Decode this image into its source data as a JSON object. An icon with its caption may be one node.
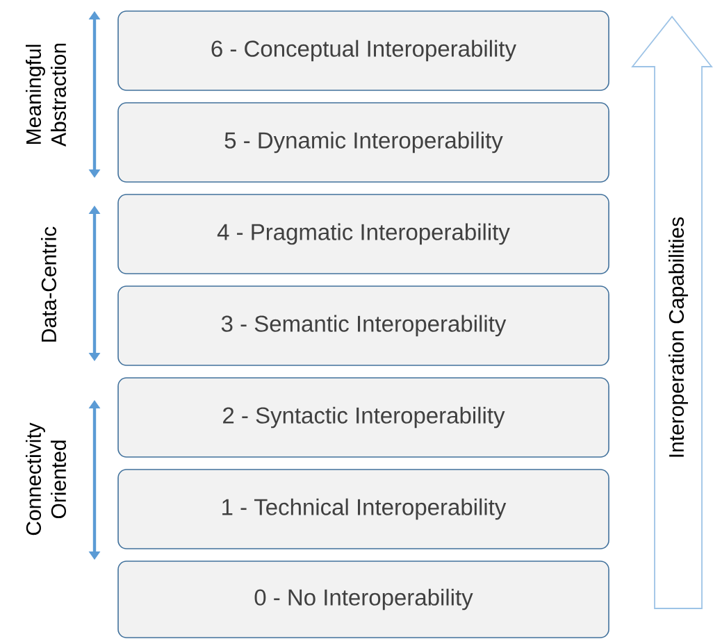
{
  "diagram": {
    "nodes": [
      {
        "text": [
          "6 - Conceptual Interoperability"
        ]
      },
      {
        "text": [
          "5 - Dynamic Interoperability"
        ]
      },
      {
        "text": [
          "4 - Pragmatic Interoperability"
        ]
      },
      {
        "text": [
          "3 - Semantic Interoperability"
        ]
      },
      {
        "text": [
          "2 - Syntactic Interoperability"
        ]
      },
      {
        "text": [
          "1 - Technical Interoperability"
        ]
      },
      {
        "text": [
          "0 - No Interoperability"
        ]
      },
      {
        "text": [
          "Interoperation Capabilities"
        ]
      }
    ],
    "labels": [
      "Meaningful Abstraction",
      "Data-Centric",
      "Connectivity Oriented"
    ]
  }
}
